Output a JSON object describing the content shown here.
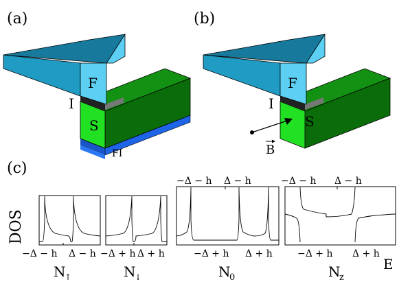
{
  "panels": {
    "a": {
      "label": "(a)",
      "layers": {
        "ferromagnet": "F",
        "insulator": "I",
        "superconductor": "S",
        "ferromagnetic_insulator": "FI"
      }
    },
    "b": {
      "label": "(b)",
      "layers": {
        "ferromagnet": "F",
        "insulator": "I",
        "superconductor": "S"
      },
      "field_label": "B"
    },
    "c": {
      "label": "(c)",
      "y_axis_label": "DOS",
      "x_axis_label": "E"
    }
  },
  "dos_plots": [
    {
      "name": "N",
      "sub": "↑",
      "ticks_bottom": [
        "−Δ − h",
        "Δ − h"
      ],
      "ticks_top": []
    },
    {
      "name": "N",
      "sub": "↓",
      "ticks_bottom": [
        "−Δ + h",
        "Δ + h"
      ],
      "ticks_top": []
    },
    {
      "name": "N",
      "sub": "0",
      "ticks_bottom": [
        "−Δ + h",
        "Δ + h"
      ],
      "ticks_top": [
        "−Δ − h",
        "Δ − h"
      ]
    },
    {
      "name": "N",
      "sub": "z",
      "ticks_bottom": [
        "−Δ + h",
        "Δ + h"
      ],
      "ticks_top": [
        "−Δ − h",
        "Δ − h"
      ]
    }
  ],
  "colors": {
    "ferromagnet_front": "#1f9bc4",
    "ferromagnet_top": "#177a9c",
    "ferromagnet_side": "#5ccff2",
    "superconductor_front": "#22e122",
    "superconductor_top": "#139113",
    "superconductor_side": "#0a6d0a",
    "insulator": "#222222",
    "ferromagnetic_insulator": "#1e64e6"
  }
}
